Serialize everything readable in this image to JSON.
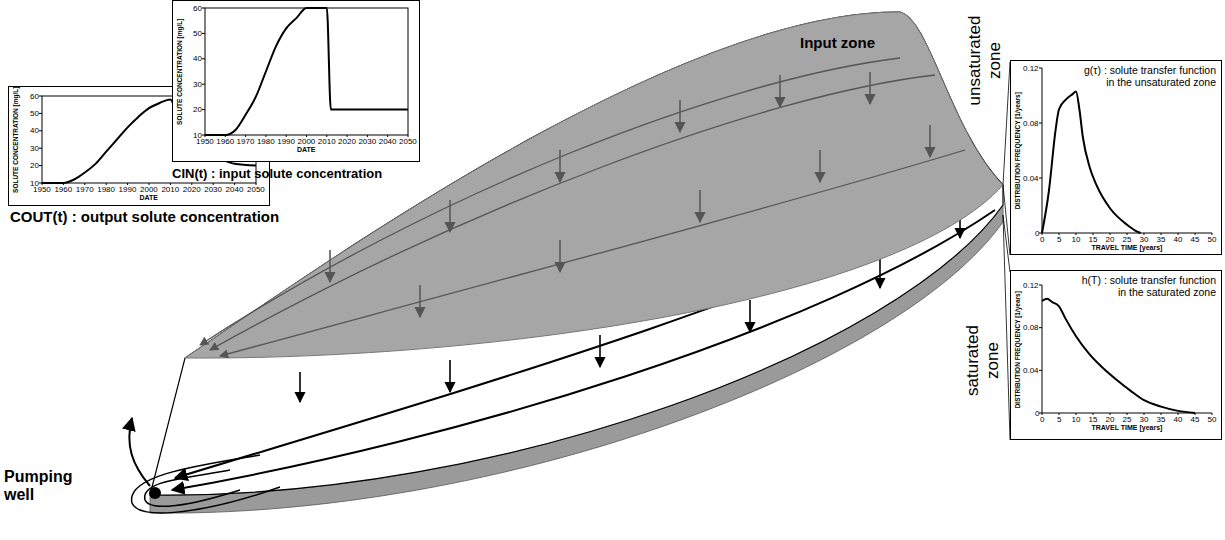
{
  "diagram": {
    "labels": [
      "SOLUTE CONCENTRATION [mg/L]",
      "10",
      "20",
      "30",
      "40",
      "50",
      "60",
      "1950",
      "1960",
      "1970",
      "1980",
      "1990",
      "2000",
      "2010",
      "2020",
      "2030",
      "2040",
      "2050",
      "DATE",
      "COUT(t) : output solute concentration",
      "SOLUTE CONCENTRATION [mg/L]",
      "10",
      "20",
      "30",
      "40",
      "50",
      "60",
      "1950",
      "1960",
      "1970",
      "1980",
      "1990",
      "2000",
      "2010",
      "2020",
      "2030",
      "2040",
      "2050",
      "DATE",
      "CIN(t) : input solute concentration",
      "g(τ) : solute transfer function in the unsaturated zone",
      "DISTRIBUTION FREQUENCY [1/years]",
      "0",
      "0.04",
      "0.08",
      "0.12",
      "0",
      "5",
      "10",
      "15",
      "20",
      "25",
      "30",
      "35",
      "40",
      "45",
      "50",
      "TRAVEL TIME [years]",
      "h(T) : solute transfer function in the saturated zone",
      "DISTRIBUTION FREQUENCY [1/years]",
      "0",
      "0.04",
      "0.08",
      "0.12",
      "0",
      "5",
      "10",
      "15",
      "20",
      "25",
      "30",
      "35",
      "40",
      "45",
      "50",
      "TRAVEL TIME [years]",
      "Input zone",
      "unsaturated zone",
      "saturated zone",
      "Pumping well"
    ]
  }
}
